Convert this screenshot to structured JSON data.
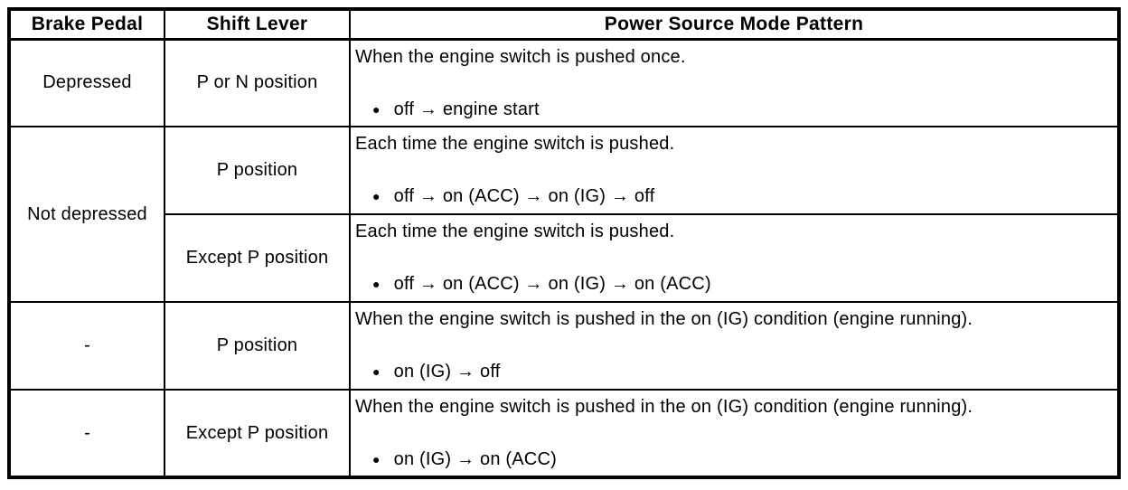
{
  "table": {
    "bullet_char": "●",
    "headers": [
      "Brake Pedal",
      "Shift Lever",
      "Power Source Mode Pattern"
    ],
    "rows": [
      {
        "brake_pedal": "Depressed",
        "shift_lever": "P or N position",
        "description": "When the engine switch is pushed once.",
        "bullet": "off → engine start"
      },
      {
        "brake_pedal": "Not depressed",
        "shift_lever": "P position",
        "description": "Each time the engine switch is pushed.",
        "bullet": "off → on (ACC) → on (IG) → off"
      },
      {
        "shift_lever": "Except P position",
        "description": "Each time the engine switch is pushed.",
        "bullet": "off → on (ACC) → on (IG) → on (ACC)"
      },
      {
        "brake_pedal": "-",
        "shift_lever": "P position",
        "description": "When the engine switch is pushed in the on (IG) condition (engine running).",
        "bullet": "on (IG) → off"
      },
      {
        "brake_pedal": "-",
        "shift_lever": "Except P position",
        "description": "When the engine switch is pushed in the on (IG) condition (engine running).",
        "bullet": "on (IG) → on (ACC)"
      }
    ]
  },
  "colors": {
    "border": "#000000",
    "background": "#ffffff",
    "text": "#000000"
  }
}
